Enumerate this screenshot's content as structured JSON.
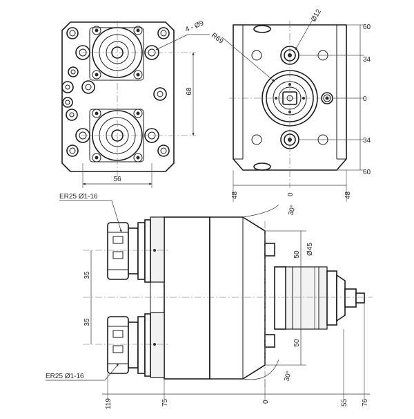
{
  "top_left_view": {
    "dim_hole": "4 - Ø9",
    "dim_width": "56",
    "dim_pitch": "68"
  },
  "top_right_view": {
    "dim_radius": "R69",
    "dim_bore": "Ø12",
    "right_dims": [
      "60",
      "34",
      "0",
      "34",
      "60"
    ],
    "bottom_dims": [
      "48",
      "0",
      "48"
    ]
  },
  "side_view": {
    "collet_top": "ER25 Ø1-16",
    "collet_bottom": "ER25 Ø1-16",
    "angle_top": "30°",
    "angle_bottom": "30°",
    "dim_shank": "Ø45",
    "left_dims": [
      "35",
      "35"
    ],
    "right_dims": [
      "50",
      "50"
    ],
    "bottom_dims": [
      "119",
      "75",
      "0",
      "55",
      "76"
    ]
  }
}
